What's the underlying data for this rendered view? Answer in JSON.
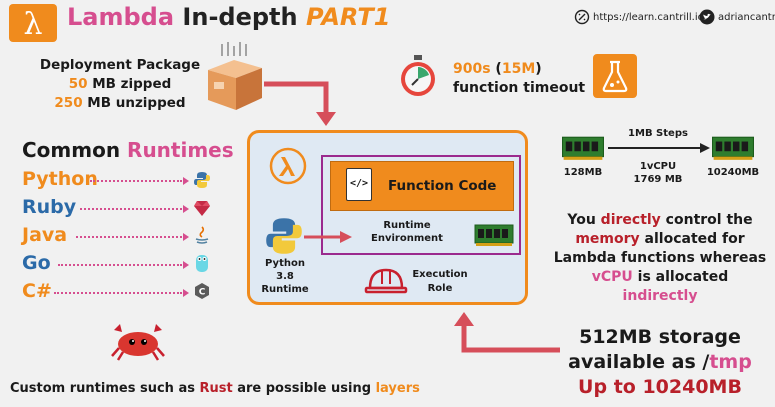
{
  "header": {
    "title_part1": "Lambda",
    "title_part2": "In-depth",
    "title_part3": "PART1",
    "website": "https://learn.cantrill.io",
    "handle": "adriancantrill"
  },
  "deployment": {
    "title": "Deployment Package",
    "zipped_value": "50",
    "zipped_unit": "MB zipped",
    "unzipped_value": "250",
    "unzipped_unit": "MB unzipped"
  },
  "timeout": {
    "seconds": "900s",
    "minutes": "15M",
    "label": "function timeout"
  },
  "runtimes": {
    "title_part1": "Common",
    "title_part2": "Runtimes",
    "items": [
      {
        "label": "Python",
        "color": "#f08b1d"
      },
      {
        "label": "Ruby",
        "color": "#2b6aa8"
      },
      {
        "label": "Java",
        "color": "#f08b1d"
      },
      {
        "label": "Go",
        "color": "#2b6aa8"
      },
      {
        "label": "C#",
        "color": "#f08b1d"
      }
    ]
  },
  "lambda_box": {
    "function_code": "Function Code",
    "code_icon": "</>",
    "runtime_env_line1": "Runtime",
    "runtime_env_line2": "Environment",
    "python_runtime_line1": "Python 3.8",
    "python_runtime_line2": "Runtime",
    "execution_role_line1": "Execution",
    "execution_role_line2": "Role"
  },
  "memory": {
    "min": "128MB",
    "max": "10240MB",
    "steps": "1MB Steps",
    "vcpu_line1": "1vCPU",
    "vcpu_line2": "1769 MB",
    "note": {
      "p1": "You ",
      "p2": "directly",
      "p3": " control the",
      "p4": "memory",
      "p5": " allocated for",
      "p6": "Lambda functions whereas",
      "p7": "vCPU",
      "p8": " is allocated ",
      "p9": "indirectly"
    }
  },
  "storage": {
    "line1": "512MB storage",
    "line2_a": "available as /",
    "line2_b": "tmp",
    "line3": "Up to 10240MB"
  },
  "custom": {
    "p1": "Custom runtimes such as ",
    "p2": "Rust",
    "p3": " are possible using ",
    "p4": "layers"
  },
  "colors": {
    "orange": "#f08b1d",
    "pink": "#d64e8f",
    "red": "#b8202a",
    "purple": "#9b2a8e",
    "blue": "#2b6aa8",
    "green": "#2e7d2e"
  }
}
